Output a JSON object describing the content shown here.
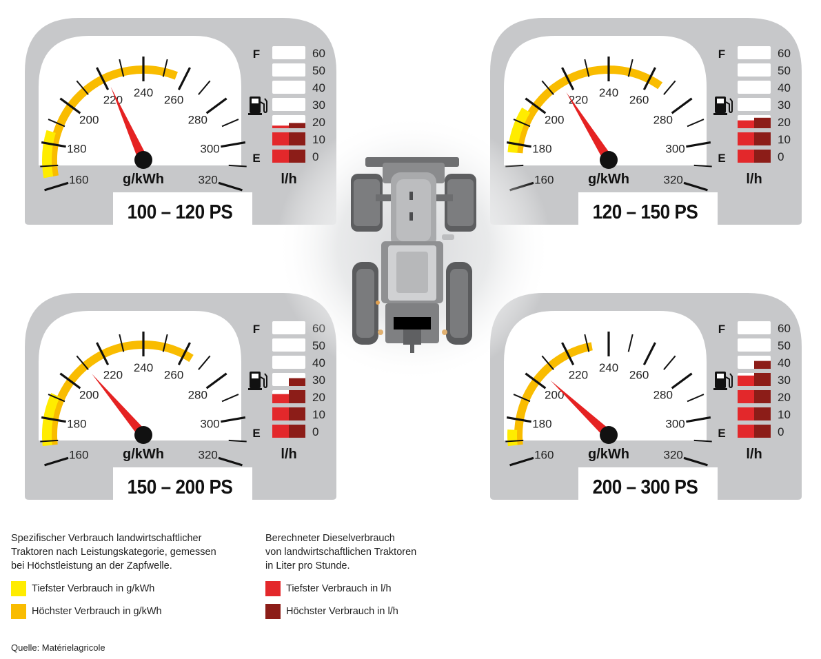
{
  "colors": {
    "panel": "#c7c8ca",
    "yellow_low": "#ffec00",
    "orange_high": "#f9bc00",
    "red_low": "#e3282b",
    "red_high": "#8c1d18",
    "needle": "#e52222",
    "tick": "#111111"
  },
  "gauge_scale": {
    "min": 160,
    "max": 320,
    "labels": [
      "160",
      "180",
      "200",
      "220",
      "240",
      "260",
      "280",
      "300",
      "320"
    ],
    "unit": "g/kWh"
  },
  "fuel_scale": {
    "labels": [
      "0",
      "10",
      "20",
      "30",
      "40",
      "50",
      "60"
    ],
    "full_label": "F",
    "empty_label": "E",
    "unit": "l/h",
    "icon": "fuel-pump-icon"
  },
  "chart_data": [
    {
      "type": "gauge",
      "category": "100 – 120 PS",
      "consumption_min": 165,
      "consumption_max": 256,
      "needle": 222,
      "fuel_min": 22,
      "fuel_max": 24
    },
    {
      "type": "gauge",
      "category": "120 – 150 PS",
      "consumption_min": 176,
      "consumption_max": 266,
      "needle": 216,
      "fuel_min": 26,
      "fuel_max": 28
    },
    {
      "type": "gauge",
      "category": "150 – 200 PS",
      "consumption_min": 168,
      "consumption_max": 264,
      "needle": 210,
      "fuel_min": 27,
      "fuel_max": 36
    },
    {
      "type": "gauge",
      "category": "200 – 300 PS",
      "consumption_min": 168,
      "consumption_max": 232,
      "needle": 205,
      "fuel_min": 38,
      "fuel_max": 46
    }
  ],
  "legend": {
    "left_text": "Spezifischer Verbrauch landwirtschaftlicher\nTraktoren nach Leistungskategorie, gemessen\nbei Höchstleistung an der Zapfwelle.",
    "left_items": [
      "Tiefster Verbrauch in g/kWh",
      "Höchster Verbrauch in g/kWh"
    ],
    "right_text": "Berechneter Dieselverbrauch\nvon landwirtschaftlichen Traktoren\nin Liter pro Stunde.",
    "right_items": [
      "Tiefster Verbrauch in l/h",
      "Höchster Verbrauch in l/h"
    ]
  },
  "source": "Quelle: Matérielagricole"
}
